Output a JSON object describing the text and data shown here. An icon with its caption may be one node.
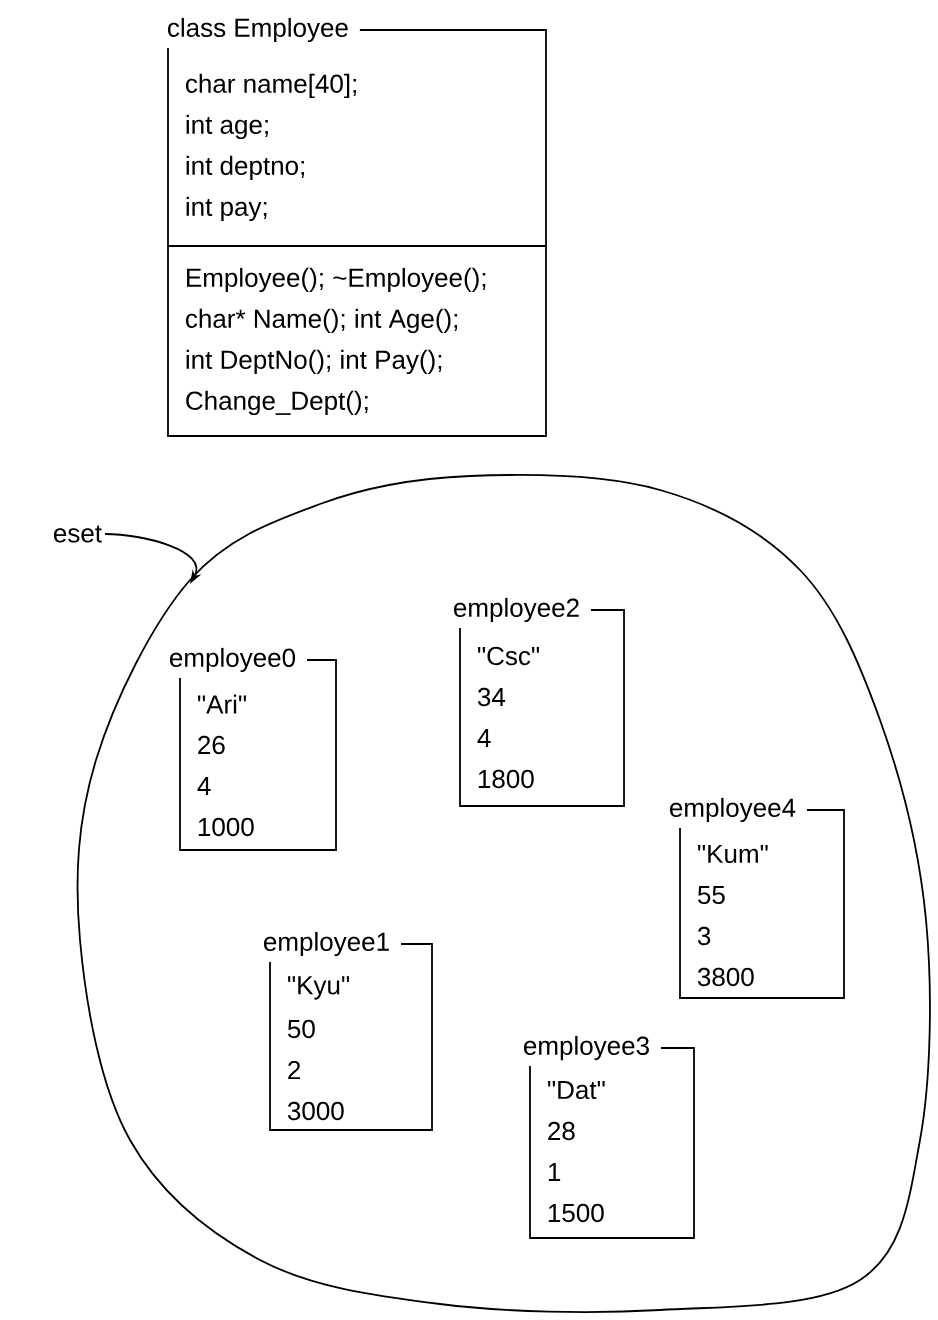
{
  "diagram": {
    "nodes": [
      {
        "text": [
          "class Employee"
        ]
      },
      {
        "text": [
          "char name[40];",
          "int age;",
          "int deptno;",
          "int pay;"
        ],
        "in": 0
      },
      {
        "text": [
          "Employee(); ~Employee();",
          "char* Name(); int Age();",
          "int DeptNo(); int Pay();",
          "Change_Dept();"
        ],
        "in": 0
      },
      {
        "text": [
          "eset"
        ]
      },
      {
        "text": [],
        "shape": "cloud"
      },
      {
        "text": [
          "employee0",
          "\"Ari\"",
          "26",
          "4",
          "1000"
        ],
        "in": 4
      },
      {
        "text": [
          "employee2",
          "\"Csc\"",
          "34",
          "4",
          "1800"
        ],
        "in": 4
      },
      {
        "text": [
          "employee4",
          "\"Kum\"",
          "55",
          "3",
          "3800"
        ],
        "in": 4
      },
      {
        "text": [
          "employee1",
          "\"Kyu\"",
          "50",
          "2",
          "3000"
        ],
        "in": 4
      },
      {
        "text": [
          "employee3",
          "\"Dat\"",
          "28",
          "1",
          "1500"
        ],
        "in": 4
      }
    ],
    "edges": [
      {
        "from": 3,
        "to": 4,
        "arrow": "to"
      }
    ]
  }
}
